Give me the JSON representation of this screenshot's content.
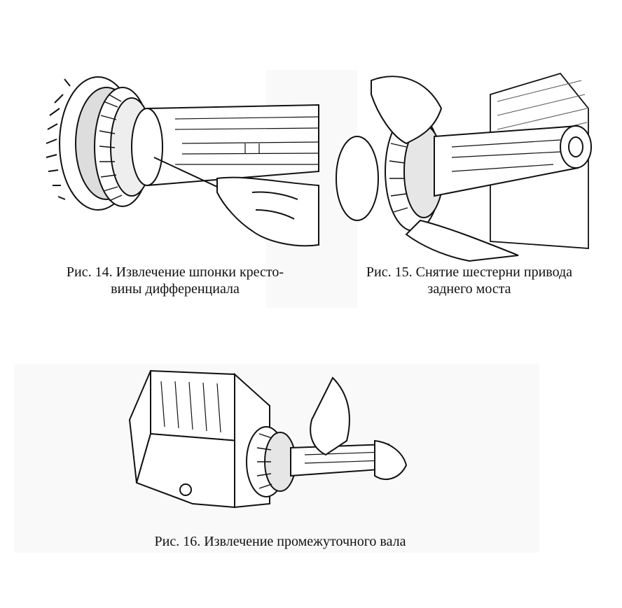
{
  "figures": [
    {
      "caption_lines": [
        "Рис. 14. Извлечение шпонки кресто-",
        "вины дифференциала"
      ]
    },
    {
      "caption_lines": [
        "Рис. 15. Снятие шестерни привода",
        "заднего моста"
      ]
    },
    {
      "caption_lines": [
        "Рис. 16. Извлечение промежуточного вала"
      ]
    }
  ]
}
